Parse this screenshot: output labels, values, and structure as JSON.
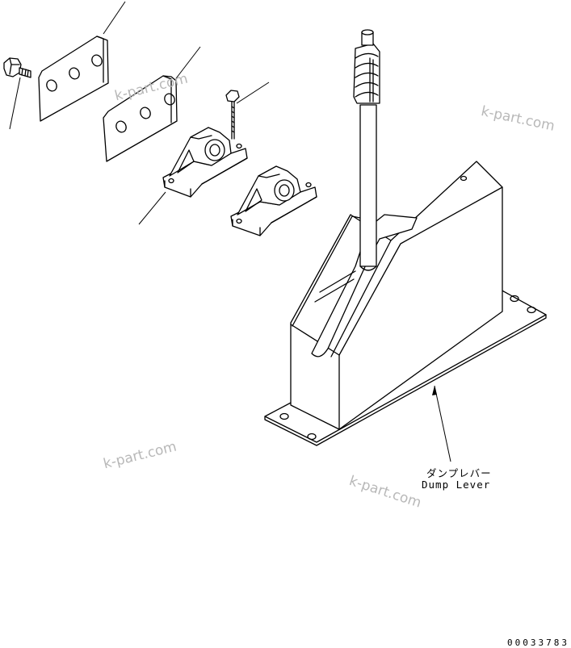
{
  "callout": {
    "label_jp": "ダンプレバー",
    "label_en": "Dump Lever"
  },
  "drawing_number": "00033783",
  "watermark": "k-part.com"
}
